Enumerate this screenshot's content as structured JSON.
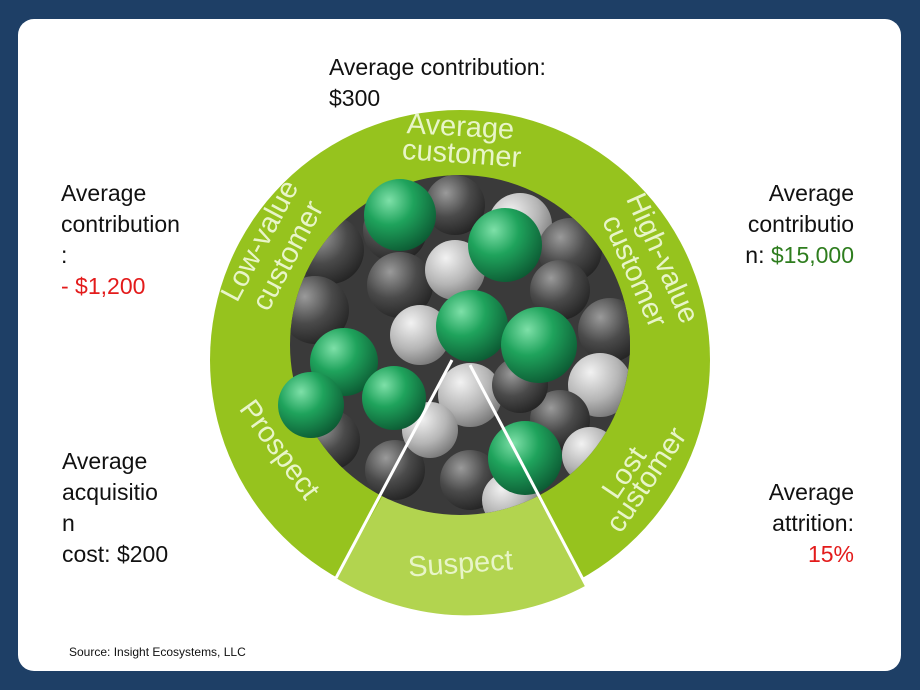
{
  "labels": {
    "top": {
      "line1": "Average contribution:",
      "line2": "$300"
    },
    "left_top": {
      "line1": "Average",
      "line2": "contribution",
      "line3": ":",
      "value": "- $1,200"
    },
    "right_top": {
      "line1": "Average",
      "line2": "contributio",
      "line3_prefix": "n: ",
      "value": "$15,000"
    },
    "left_bottom": {
      "line1": "Average",
      "line2": "acquisitio",
      "line3": "n",
      "line4": "cost: $200"
    },
    "right_bottom": {
      "line1": "Average",
      "line2": "attrition:",
      "value": "15%"
    }
  },
  "ring": {
    "average": {
      "line1": "Average",
      "line2": "customer"
    },
    "low_value": {
      "line1": "Low-value",
      "line2": "customer"
    },
    "high_value": {
      "line1": "High-value",
      "line2": "customer"
    },
    "prospect": "Prospect",
    "lost": {
      "line1": "Lost",
      "line2": "customer"
    },
    "suspect": "Suspect"
  },
  "source": "Source: Insight Ecosystems, LLC",
  "colors": {
    "ring": "#96c31e",
    "suspect": "#b2d44f",
    "negative": "#e31b1b",
    "positive": "#2e7d1e",
    "ball_green": "#1fa35c",
    "background": "#1e3f66"
  }
}
